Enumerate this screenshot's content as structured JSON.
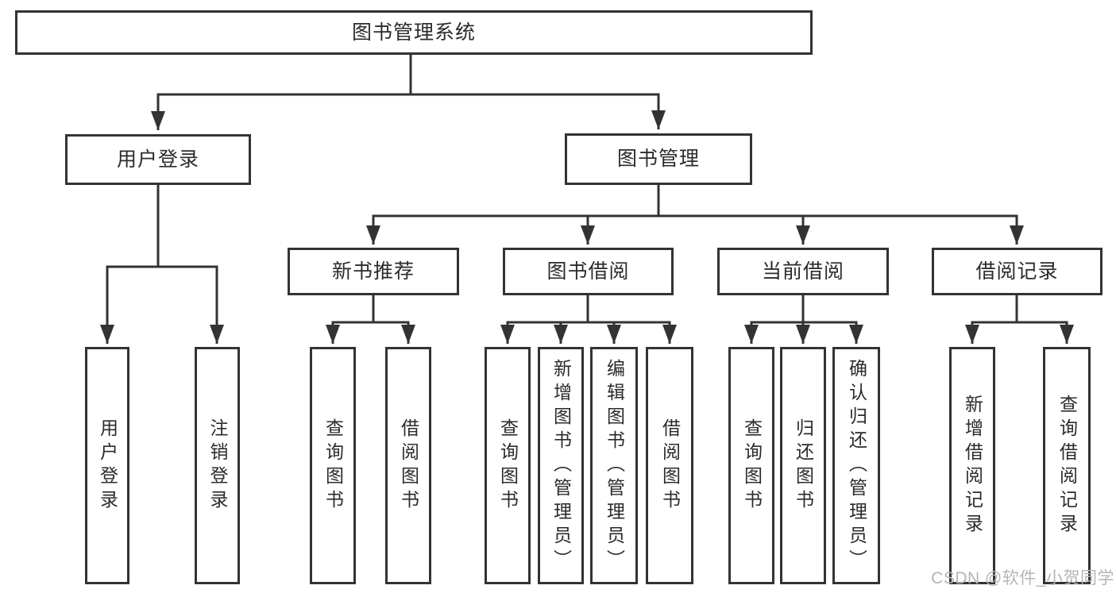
{
  "diagram": {
    "root": {
      "label": "图书管理系统"
    },
    "level2": [
      {
        "label": "用户登录"
      },
      {
        "label": "图书管理"
      }
    ],
    "level3": [
      {
        "label": "新书推荐"
      },
      {
        "label": "图书借阅"
      },
      {
        "label": "当前借阅"
      },
      {
        "label": "借阅记录"
      }
    ],
    "leaves": {
      "user_login": [
        {
          "label": "用户登录"
        },
        {
          "label": "注销登录"
        }
      ],
      "new_book_recommend": [
        {
          "label": "查询图书"
        },
        {
          "label": "借阅图书"
        }
      ],
      "book_borrow": [
        {
          "label": "查询图书"
        },
        {
          "label": "新增图书（管理员）"
        },
        {
          "label": "编辑图书（管理员）"
        },
        {
          "label": "借阅图书"
        }
      ],
      "current_borrow": [
        {
          "label": "查询图书"
        },
        {
          "label": "归还图书"
        },
        {
          "label": "确认归还（管理员）"
        }
      ],
      "borrow_records": [
        {
          "label": "新增借阅记录"
        },
        {
          "label": "查询借阅记录"
        }
      ]
    },
    "colors": {
      "line": "#333333",
      "box_border": "#333333",
      "box_fill": "#ffffff",
      "text": "#2b2b2b",
      "watermark": "#b5b5b5"
    },
    "watermark": "CSDN @软件_小贺同学"
  }
}
